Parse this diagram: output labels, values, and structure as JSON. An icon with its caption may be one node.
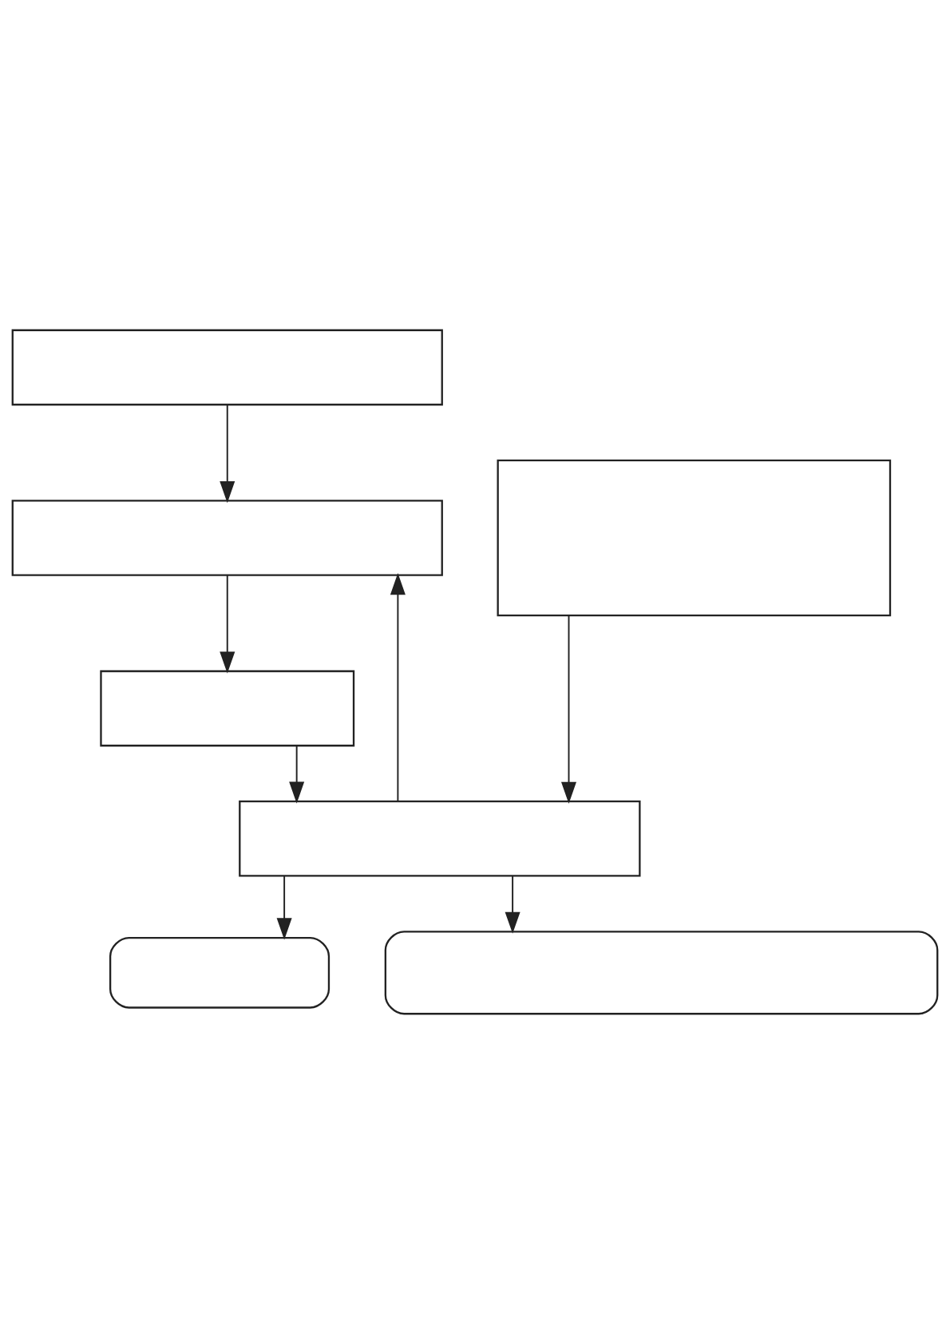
{
  "diagram": {
    "nodes": [
      {
        "text": [],
        "shape": "box"
      },
      {
        "text": [],
        "shape": "box"
      },
      {
        "text": [],
        "shape": "box"
      },
      {
        "text": [],
        "shape": "box"
      },
      {
        "text": [],
        "shape": "box"
      },
      {
        "text": [],
        "shape": "pill"
      },
      {
        "text": [],
        "shape": "pill"
      }
    ],
    "edges": [
      {
        "from": 0,
        "to": 1,
        "arrow": "to"
      },
      {
        "from": 1,
        "to": 3,
        "arrow": "to"
      },
      {
        "from": 3,
        "to": 4,
        "arrow": "to"
      },
      {
        "from": 4,
        "to": 1,
        "arrow": "to"
      },
      {
        "from": 2,
        "to": 4,
        "arrow": "to"
      },
      {
        "from": 4,
        "to": 5,
        "arrow": "to"
      },
      {
        "from": 4,
        "to": 6,
        "arrow": "to"
      }
    ]
  }
}
